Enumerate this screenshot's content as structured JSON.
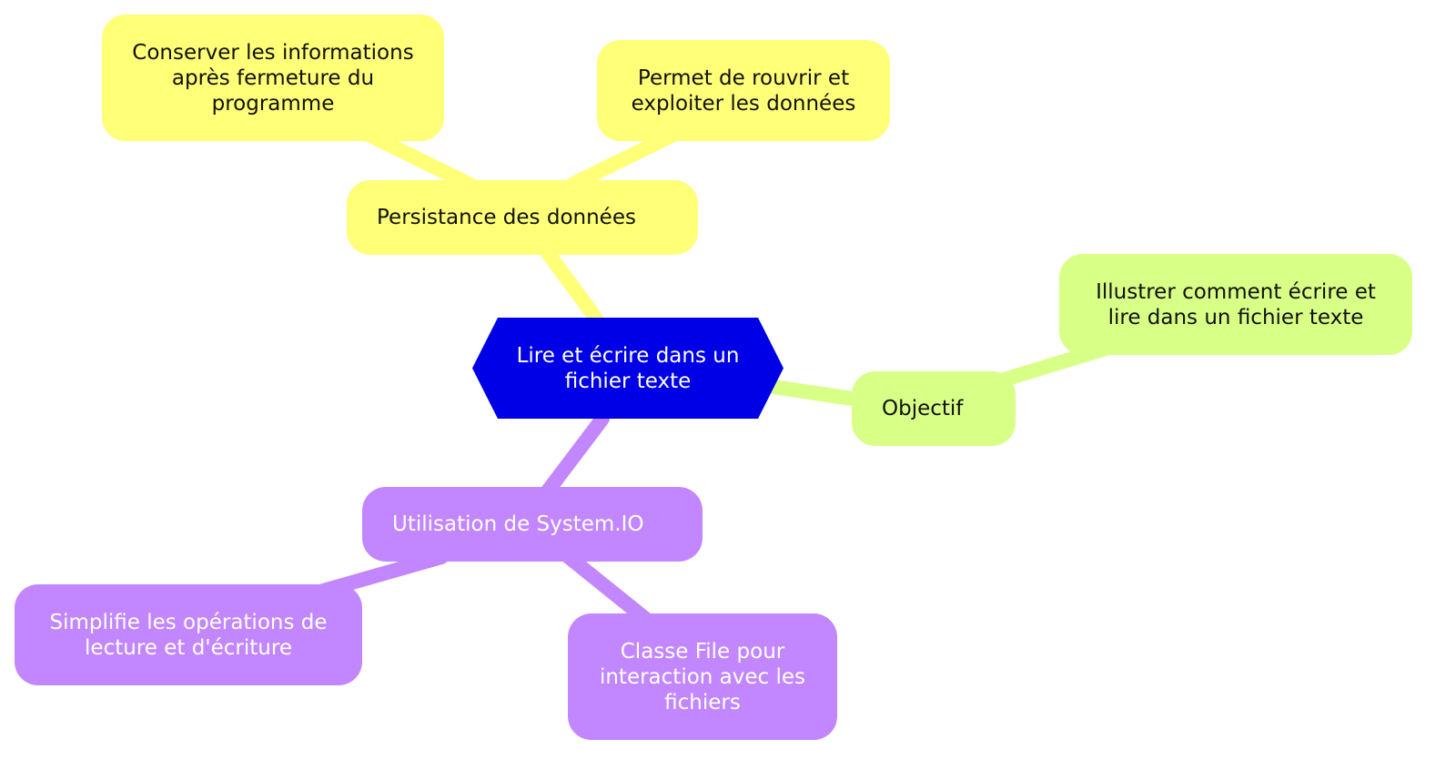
{
  "colors": {
    "root": "#0000e6",
    "yellow": "#ffff78",
    "green": "#d8ff86",
    "purple": "#c287ff"
  },
  "root": {
    "label": "Lire et écrire dans un fichier texte"
  },
  "branches": {
    "persistance": {
      "label": "Persistance des données",
      "children": [
        {
          "label": "Conserver les informations après fermeture du programme"
        },
        {
          "label": "Permet de rouvrir et exploiter les données"
        }
      ]
    },
    "objectif": {
      "label": "Objectif",
      "children": [
        {
          "label": "Illustrer comment écrire et lire dans un fichier texte"
        }
      ]
    },
    "system_io": {
      "label": "Utilisation de System.IO",
      "children": [
        {
          "label": "Simplifie les opérations de lecture et d'écriture"
        },
        {
          "label": "Classe File pour interaction avec les fichiers"
        }
      ]
    }
  }
}
